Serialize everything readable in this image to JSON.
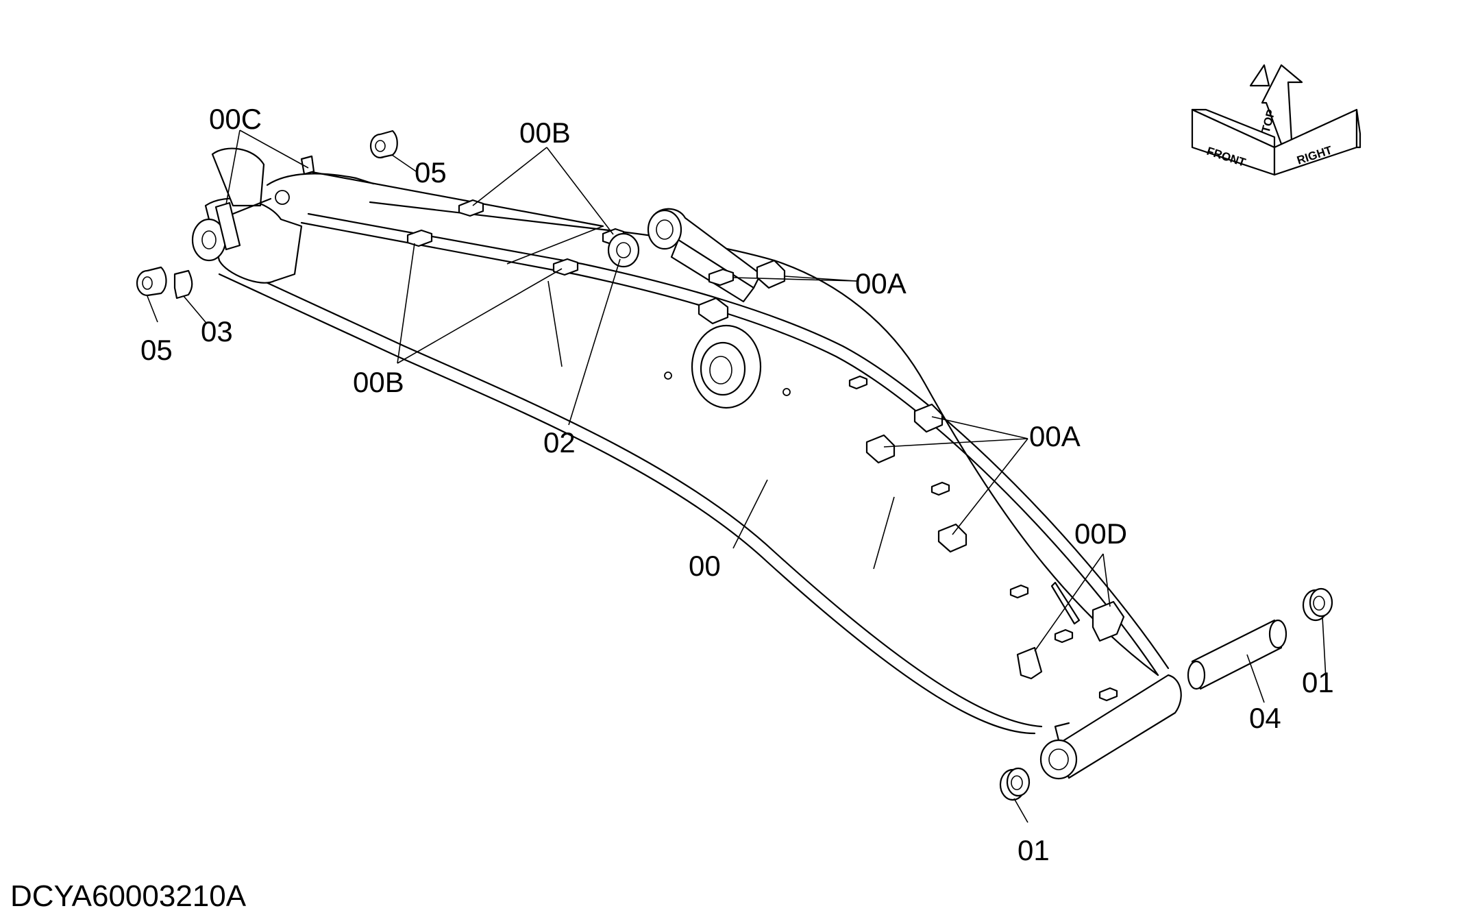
{
  "drawing_code": "DCYA60003210A",
  "callouts": [
    "00C",
    "00B",
    "05",
    "03",
    "00B",
    "02",
    "00A",
    "00A",
    "00",
    "00D",
    "01",
    "04",
    "01",
    "05"
  ],
  "orientation": {
    "front": "FRONT",
    "top": "TOP",
    "right": "RIGHT"
  }
}
